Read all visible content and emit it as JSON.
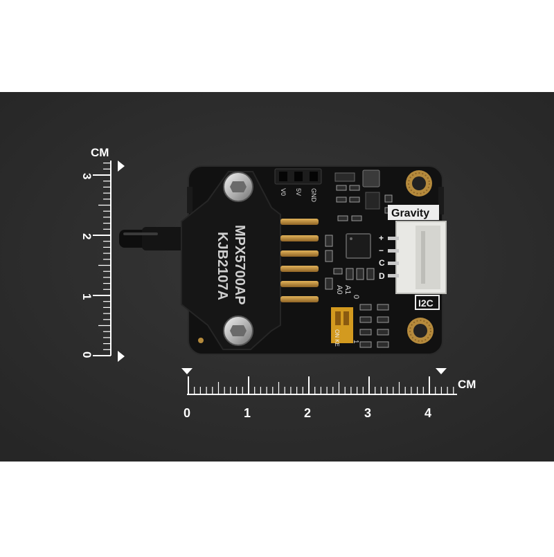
{
  "ruler_vertical": {
    "unit": "CM",
    "labels": [
      "3",
      "2",
      "1",
      "0"
    ]
  },
  "ruler_horizontal": {
    "unit": "CM",
    "labels": [
      "0",
      "1",
      "2",
      "3",
      "4"
    ]
  },
  "board": {
    "header_pins": [
      "V0",
      "5V",
      "GND"
    ],
    "sensor_line1": "MPX5700AP",
    "sensor_line2": "KJB2107A",
    "brand_label": "Gravity",
    "interface_label": "I2C",
    "connector_pins": [
      "+",
      "−",
      "C",
      "D"
    ],
    "address_labels": [
      "A0",
      "A1"
    ],
    "address_digit": "0",
    "dip_text": "ON KE",
    "dip_digit": "1"
  },
  "colors": {
    "background": "#2f2f2f",
    "board": "#121212",
    "pads": "#b58a3c",
    "connector": "#e6e6e2",
    "ruler": "#ffffff"
  }
}
